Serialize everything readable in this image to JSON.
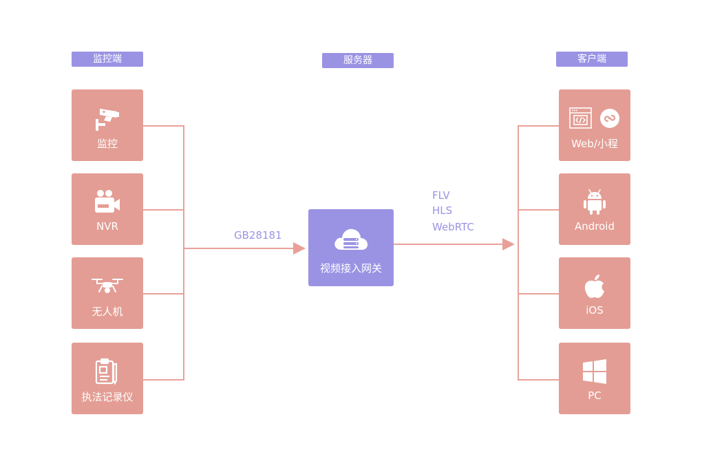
{
  "headers": {
    "monitor": "监控端",
    "server": "服务器",
    "client": "客户端"
  },
  "left_nodes": [
    {
      "label": "监控",
      "icon": "surveillance-camera-icon"
    },
    {
      "label": "NVR",
      "icon": "video-recorder-icon"
    },
    {
      "label": "无人机",
      "icon": "drone-icon"
    },
    {
      "label": "执法记录仪",
      "icon": "clipboard-recorder-icon"
    }
  ],
  "right_nodes": [
    {
      "label": "Web/小程",
      "icon": "web-code-icon",
      "icon2": "mini-program-icon"
    },
    {
      "label": "Android",
      "icon": "android-icon"
    },
    {
      "label": "iOS",
      "icon": "apple-icon"
    },
    {
      "label": "PC",
      "icon": "windows-icon"
    }
  ],
  "gateway": {
    "label": "视频接入网关",
    "icon": "cloud-server-icon"
  },
  "protocols": {
    "input": "GB28181",
    "output": [
      "FLV",
      "HLS",
      "WebRTC"
    ]
  },
  "colors": {
    "node": "#e39d94",
    "accent": "#9a93e4",
    "line": "#e39d94"
  }
}
